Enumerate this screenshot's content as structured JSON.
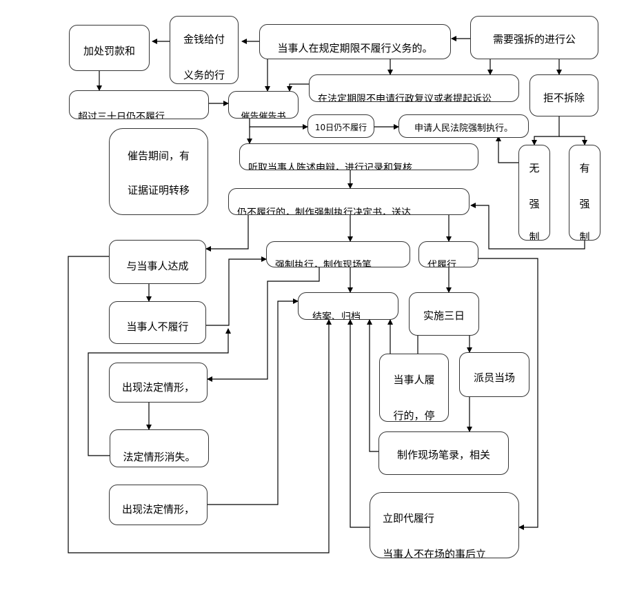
{
  "flowchart": {
    "nodes": {
      "failure_to_perform": "当事人在规定期限不履行义务的。",
      "monetary_obligation": [
        "金钱给付",
        "义务的行"
      ],
      "extra_penalty": "加处罚款和",
      "demolition_notice": "需要强拆的进行公",
      "deadline_notice": "在法定期限不申请行政复议或者提起诉讼",
      "refuse_demolish": "拒不拆除",
      "over_days": "超过三十日仍不履行",
      "reminder_decision": "催告催告书",
      "ten_days": "10日仍不履行",
      "apply_court": "申请人民法院强制执行。",
      "no_coercion": [
        "无",
        "强",
        "制"
      ],
      "has_coercion": [
        "有",
        "强",
        "制"
      ],
      "hear_statement": "听取当事人陈述申辩，进行记录和复核",
      "during_reminder": [
        "催告期间，有",
        "证据证明转移"
      ],
      "make_decision": "仍不履行的，制作强制执行决定书，送达",
      "reach_agreement": "与当事人达成",
      "enforce_onsite": "强制执行，制作现场笔",
      "substitute": "代履行",
      "party_not_perform": "当事人不履行",
      "settle_archive": "结案、归档",
      "three_days": "实施三日",
      "legal_situation_1": "出现法定情形，",
      "party_performs": [
        "当事人履",
        "行的，停"
      ],
      "send_staff": "派员当场",
      "legal_situation_gone": "法定情形消失。",
      "record_onsite": "制作现场笔录，相关",
      "legal_situation_2": "出现法定情形，",
      "immediate": [
        "立即代履行",
        "当事人不在场的事后立"
      ]
    }
  }
}
